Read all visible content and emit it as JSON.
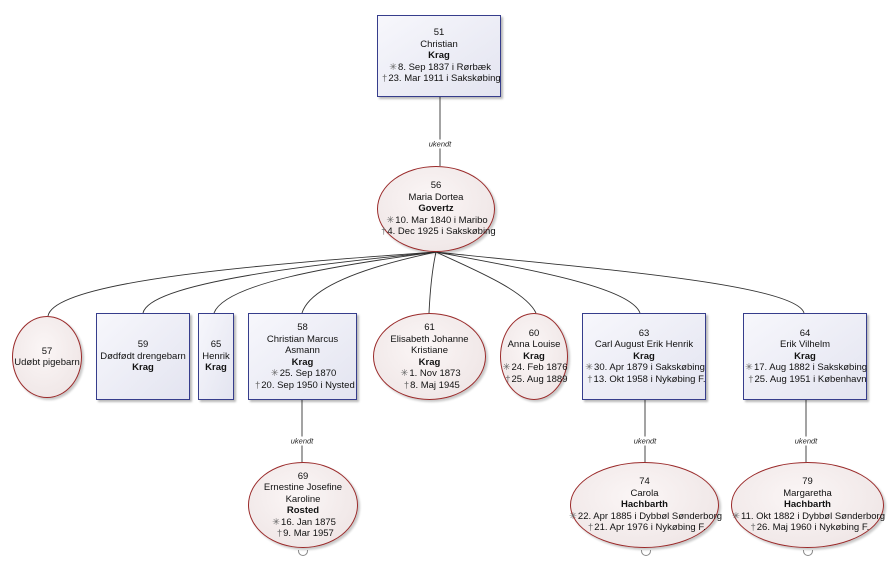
{
  "persons": {
    "p51": {
      "id": "51",
      "given": "Christian",
      "surname": "Krag",
      "birth": "8. Sep 1837 i  Rørbæk",
      "death": "23. Mar 1911 i  Sakskøbing"
    },
    "p56": {
      "id": "56",
      "given": "Maria Dortea",
      "surname": "Govertz",
      "birth": "10. Mar 1840 i  Maribo",
      "death": "4. Dec 1925 i  Sakskøbing"
    },
    "p57": {
      "id": "57",
      "given": "Udøbt pigebarn"
    },
    "p59": {
      "id": "59",
      "given": "Dødfødt drengebarn",
      "surname": "Krag"
    },
    "p65": {
      "id": "65",
      "given": "Henrik",
      "surname": "Krag"
    },
    "p58": {
      "id": "58",
      "given": "Christian Marcus Asmann",
      "surname": "Krag",
      "birth": "25. Sep 1870",
      "death": "20. Sep 1950 i  Nysted"
    },
    "p61": {
      "id": "61",
      "given": "Elisabeth Johanne Kristiane",
      "surname": "Krag",
      "birth": "1. Nov 1873",
      "death": "8. Maj 1945"
    },
    "p60": {
      "id": "60",
      "given": "Anna Louise",
      "surname": "Krag",
      "birth": "24. Feb 1876",
      "death": "25. Aug 1889"
    },
    "p63": {
      "id": "63",
      "given": "Carl August Erik Henrik",
      "surname": "Krag",
      "birth": "30. Apr 1879 i  Sakskøbing",
      "death": "13. Okt 1958 i  Nykøbing F."
    },
    "p64": {
      "id": "64",
      "given": "Erik Vilhelm",
      "surname": "Krag",
      "birth": "17. Aug 1882 i  Sakskøbing",
      "death": "25. Aug 1951 i  København"
    },
    "p69": {
      "id": "69",
      "given": "Ernestine Josefine Karoline",
      "surname": "Rosted",
      "birth": "16. Jan 1875",
      "death": "9. Mar 1957"
    },
    "p74": {
      "id": "74",
      "given": "Carola",
      "surname": "Hachbarth",
      "birth": "22. Apr 1885 i  Dybbøl Sønderborg",
      "death": "21. Apr 1976 i  Nykøbing F."
    },
    "p79": {
      "id": "79",
      "given": "Margaretha",
      "surname": "Hachbarth",
      "birth": "11. Okt 1882 i  Dybbøl Sønderborg",
      "death": "26. Maj 1960 i  Nykøbing F."
    }
  },
  "relations": {
    "r51_56": "ukendt",
    "r58_69": "ukendt",
    "r63_74": "ukendt",
    "r64_79": "ukendt"
  },
  "symbols": {
    "birth": "✳",
    "death": "†"
  },
  "colors": {
    "male_border": "#363d8c",
    "female_border": "#9a2a2a",
    "connector": "#333333"
  }
}
